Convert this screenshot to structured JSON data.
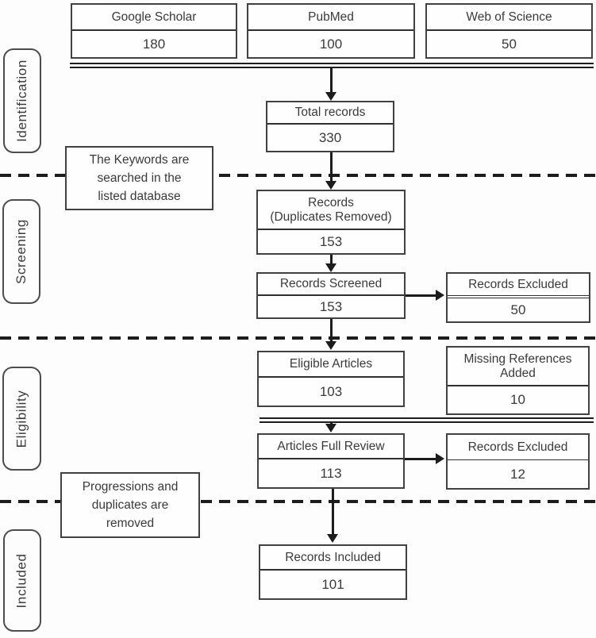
{
  "diagram": {
    "stages": [
      {
        "label": "Identification"
      },
      {
        "label": "Screening"
      },
      {
        "label": "Eligibility"
      },
      {
        "label": "Included"
      }
    ],
    "sources": [
      {
        "label": "Google Scholar",
        "value": "180"
      },
      {
        "label": "PubMed",
        "value": "100"
      },
      {
        "label": "Web of Science",
        "value": "50"
      }
    ],
    "nodes": {
      "total_records": {
        "label": "Total records",
        "value": "330"
      },
      "duplicates_removed": {
        "label_line1": "Records",
        "label_line2": "(Duplicates Removed)",
        "value": "153"
      },
      "records_screened": {
        "label": "Records Screened",
        "value": "153"
      },
      "records_excluded_screening": {
        "label": "Records Excluded",
        "value": "50"
      },
      "eligible_articles": {
        "label": "Eligible Articles",
        "value": "103"
      },
      "missing_references_added": {
        "label_line1": "Missing References",
        "label_line2": "Added",
        "value": "10"
      },
      "articles_full_review": {
        "label": "Articles Full Review",
        "value": "113"
      },
      "records_excluded_eligibility": {
        "label": "Records Excluded",
        "value": "12"
      },
      "records_included": {
        "label": "Records Included",
        "value": "101"
      }
    },
    "annotations": [
      {
        "text": "The Keywords are\nsearched in the\nlisted database"
      },
      {
        "text": "Progressions and\nduplicates are\nremoved"
      }
    ],
    "colors": {
      "box_border": "#414141",
      "line": "#1c1c1c",
      "text": "#3a3a3a",
      "background": "#fdfdfd"
    }
  }
}
